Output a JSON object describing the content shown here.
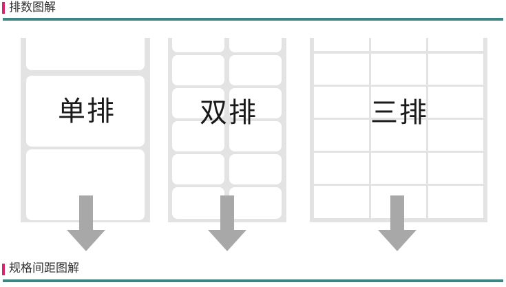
{
  "header_top": {
    "title": "排数图解"
  },
  "header_bottom": {
    "title": "规格间距图解"
  },
  "layouts": {
    "single": {
      "caption": "单排"
    },
    "double": {
      "caption": "双排"
    },
    "triple": {
      "caption": "三排"
    }
  },
  "colors": {
    "accent_marker": "#d6246e",
    "rule": "#3b8585",
    "sheet_gap": "#e3e3e3",
    "arrow": "#a8a8a8"
  },
  "icons": [
    "down-arrow-icon"
  ]
}
